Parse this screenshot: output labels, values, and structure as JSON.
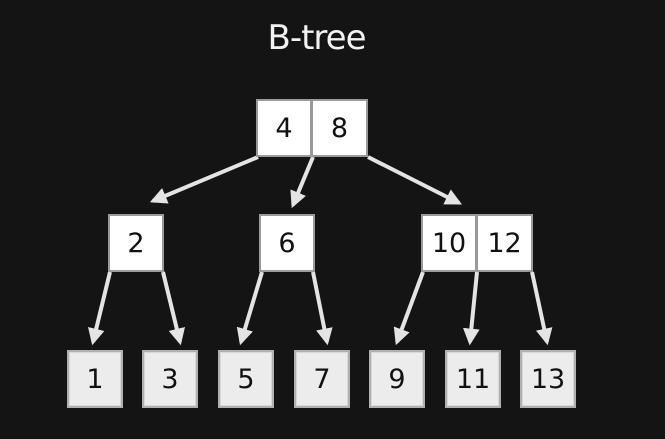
{
  "title": "B-tree",
  "root": {
    "keys": [
      "4",
      "8"
    ]
  },
  "internal": [
    {
      "keys": [
        "2"
      ]
    },
    {
      "keys": [
        "6"
      ]
    },
    {
      "keys": [
        "10",
        "12"
      ]
    }
  ],
  "leaves": [
    {
      "keys": [
        "1"
      ]
    },
    {
      "keys": [
        "3"
      ]
    },
    {
      "keys": [
        "5"
      ]
    },
    {
      "keys": [
        "7"
      ]
    },
    {
      "keys": [
        "9"
      ]
    },
    {
      "keys": [
        "11"
      ]
    },
    {
      "keys": [
        "13"
      ]
    }
  ]
}
